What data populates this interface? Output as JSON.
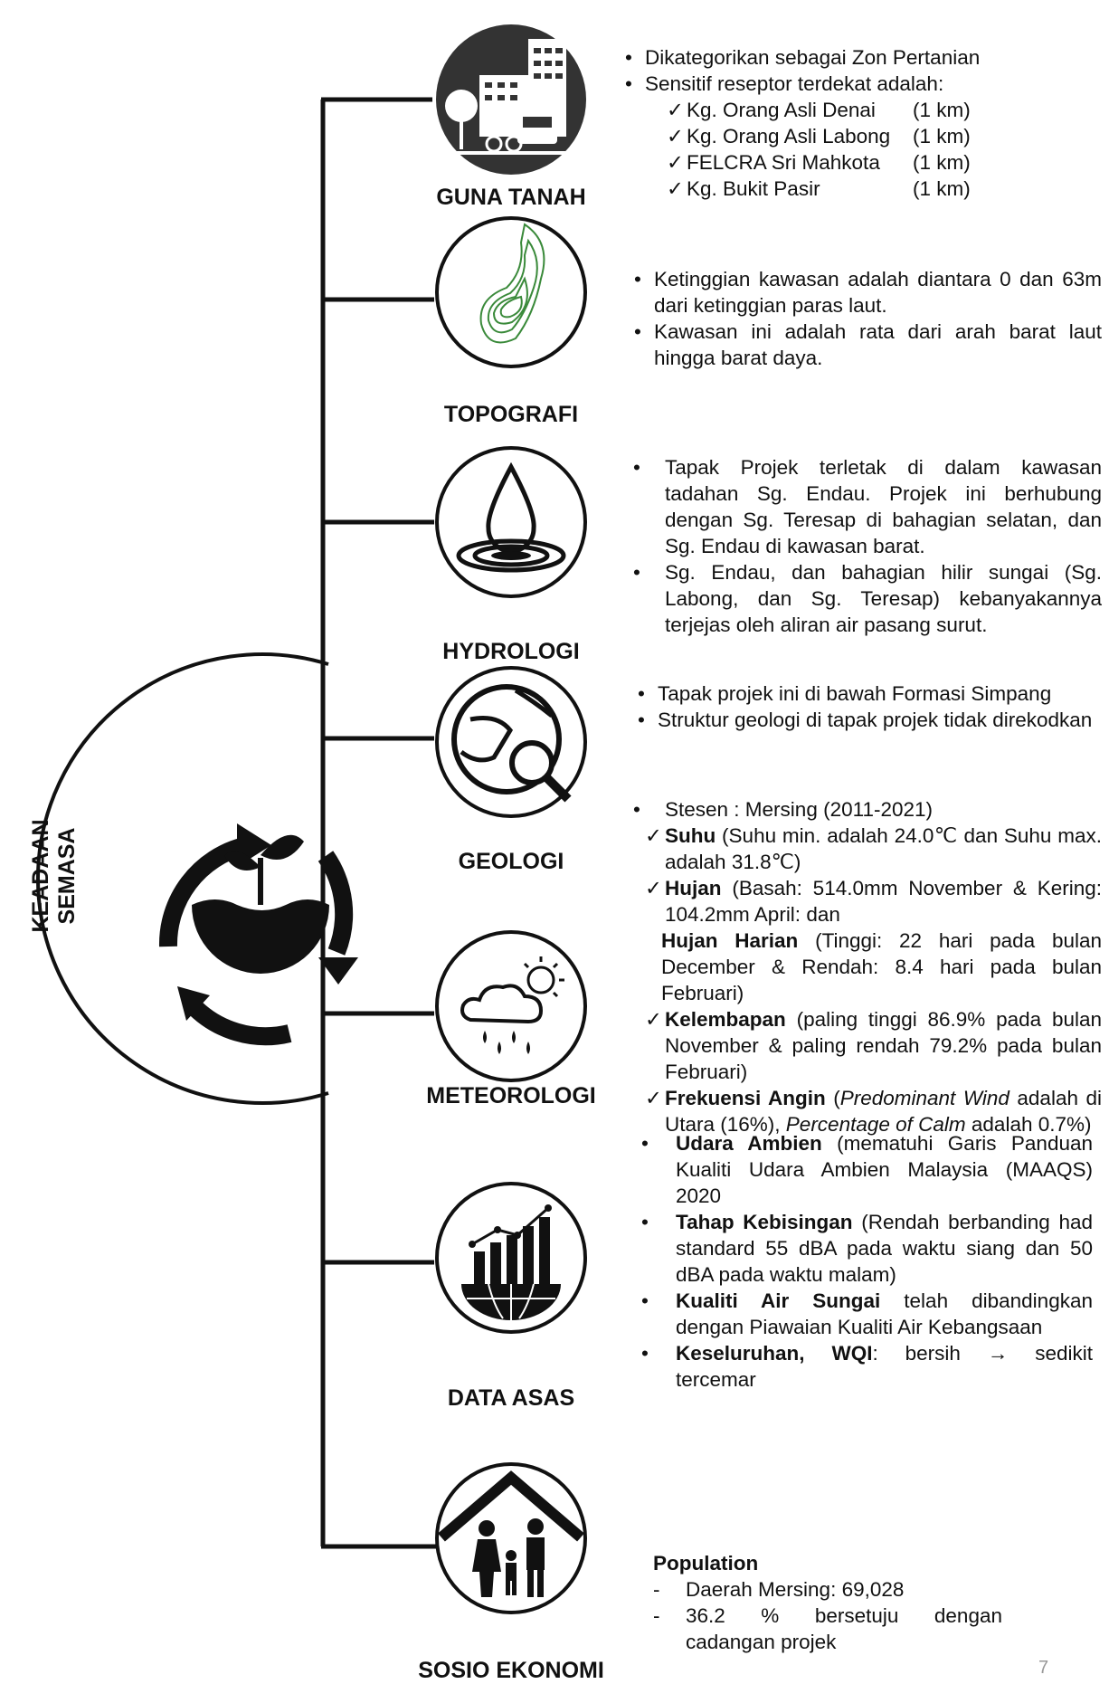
{
  "title_lines": [
    "KEADAAN",
    "SEMASA"
  ],
  "page_number": "7",
  "sections": [
    {
      "label": "GUNA TANAH",
      "bullets": [
        "Dikategorikan sebagai Zon Pertanian",
        "Sensitif reseptor terdekat adalah:"
      ],
      "checks": [
        {
          "name": "Kg. Orang Asli Denai",
          "dist": "(1 km)"
        },
        {
          "name": "Kg. Orang Asli Labong",
          "dist": "(1 km)"
        },
        {
          "name": "FELCRA Sri Mahkota",
          "dist": "(1 km)"
        },
        {
          "name": "Kg. Bukit Pasir",
          "dist": "(1 km)"
        }
      ]
    },
    {
      "label": "TOPOGRAFI",
      "bullets": [
        "Ketinggian kawasan adalah diantara 0 dan 63m dari  ketinggian paras laut.",
        "Kawasan ini adalah rata dari arah barat laut hingga barat daya."
      ]
    },
    {
      "label": "HYDROLOGI",
      "bullets": [
        "Tapak Projek terletak di dalam kawasan tadahan Sg. Endau. Projek ini berhubung dengan Sg. Teresap di bahagian selatan, dan Sg. Endau di kawasan barat.",
        "Sg. Endau, dan bahagian hilir sungai (Sg. Labong, dan Sg. Teresap) kebanyakannya terjejas oleh aliran air pasang surut."
      ]
    },
    {
      "label": "GEOLOGI",
      "bullets": [
        "Tapak projek ini di bawah Formasi Simpang",
        "Struktur geologi di tapak projek tidak direkodkan"
      ]
    },
    {
      "label": "METEOROLOGI",
      "station": "Stesen : Mersing (2011-2021)",
      "items": [
        {
          "b": "Suhu",
          "t": " (Suhu min. adalah 24.0℃ dan Suhu max. adalah  31.8℃)"
        },
        {
          "b": "Hujan",
          "t": " (Basah: 514.0mm November & Kering: 104.2mm  April: dan"
        },
        {
          "b": "Hujan Harian",
          "t": " (Tinggi: 22 hari pada bulan December & Rendah: 8.4 hari  pada bulan Februari)"
        },
        {
          "b": "Kelembapan",
          "t": " (paling tinggi 86.9%  pada bulan November & paling rendah  79.2% pada bulan Februari)"
        },
        {
          "b": "Frekuensi Angin",
          "t1": " (",
          "i1": "Predominant Wind",
          "t2": " adalah di Utara (16%), ",
          "i2": "Percentage of Calm",
          "t3": " adalah 0.7%)"
        }
      ]
    },
    {
      "label": "DATA ASAS",
      "items": [
        {
          "b": "Udara Ambien",
          "t": " (mematuhi Garis Panduan Kualiti Udara Ambien Malaysia  (MAAQS) 2020"
        },
        {
          "b": "Tahap Kebisingan",
          "t": " (Rendah berbanding had standard 55 dBA pada waktu siang dan  50 dBA pada waktu malam)"
        },
        {
          "b": "Kualiti Air Sungai",
          "t": " telah dibandingkan dengan  Piawaian Kualiti Air Kebangsaan"
        },
        {
          "b": "Keseluruhan, WQI",
          "t": ": bersih  →  sedikit tercemar"
        }
      ]
    },
    {
      "label": "SOSIO EKONOMI",
      "heading": "Population",
      "dashes": [
        "Daerah Mersing: 69,028",
        "36.2  %  bersetuju  dengan cadangan projek"
      ]
    }
  ]
}
